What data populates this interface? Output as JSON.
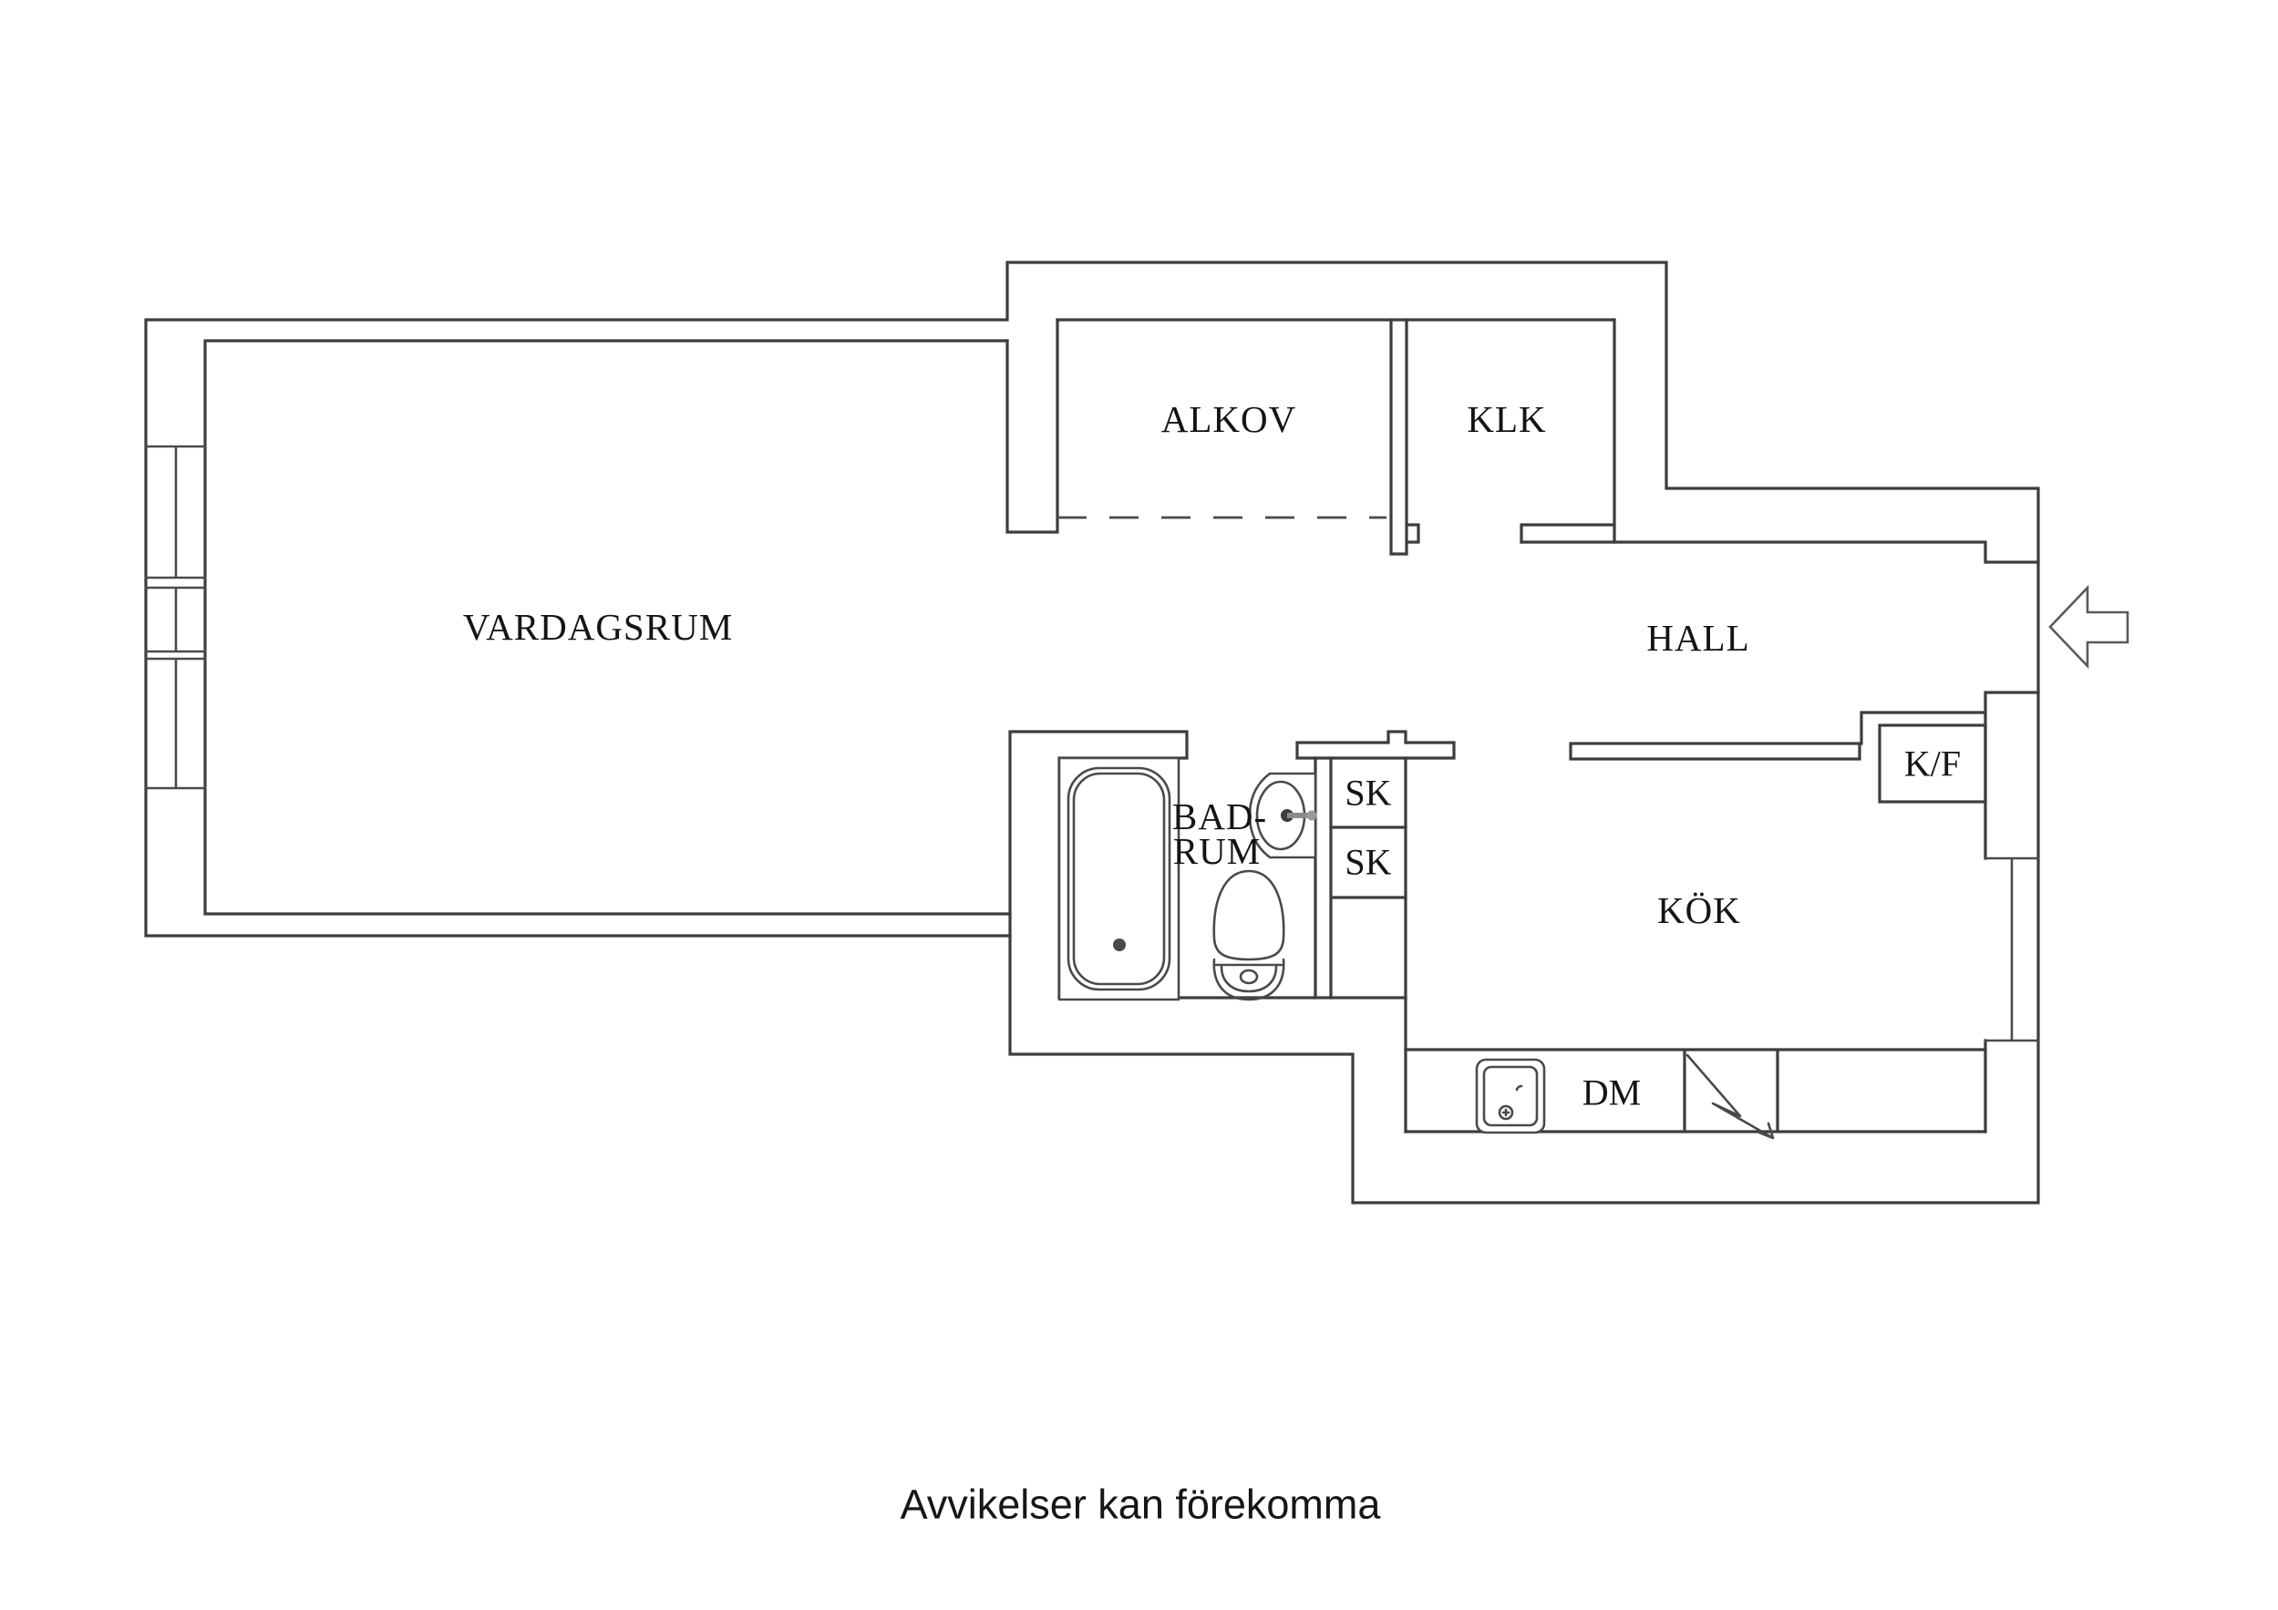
{
  "page": {
    "background": "#ffffff",
    "line_color": "#3d3d3d",
    "text_color": "#141414"
  },
  "rooms": {
    "vardagsrum": "VARDAGSRUM",
    "alkov": "ALKOV",
    "klk": "KLK",
    "hall": "HALL",
    "badrum_line1": "BAD-",
    "badrum_line2": "RUM",
    "kok": "KÖK"
  },
  "fixtures": {
    "sk_upper": "SK",
    "sk_lower": "SK",
    "kf": "K/F",
    "dm": "DM"
  },
  "icons": {
    "entry_arrow": "left-arrow-entrance-icon",
    "bathtub": "bathtub-icon",
    "toilet": "toilet-icon",
    "washbasin": "washbasin-icon",
    "kitchen_sink": "kitchen-sink-icon",
    "stove": "electric-stove-lightning-icon",
    "windows": "window-icon"
  },
  "footer": {
    "disclaimer": "Avvikelser kan förekomma"
  }
}
